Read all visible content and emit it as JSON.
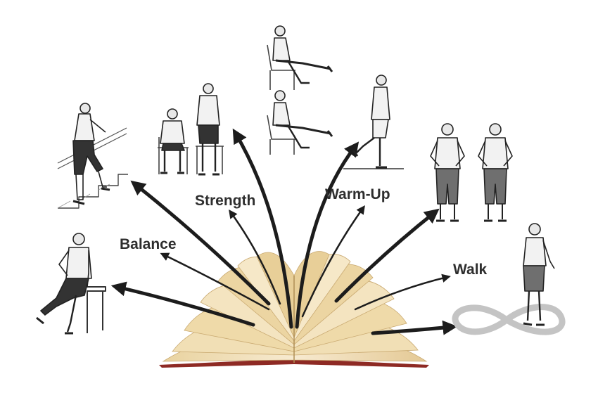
{
  "labels": {
    "balance": "Balance",
    "strength": "Strength",
    "warmup": "Warm-Up",
    "walk": "Walk"
  },
  "colors": {
    "arrow": "#1c1c1c",
    "page_light": "#f3e2b8",
    "page_shade": "#d9bd86",
    "cover": "#8e2a24",
    "label_text": "#2e2e2e",
    "figure_ink": "#222222",
    "figure_shirt": "#f2f2f2",
    "figure_pants": "#6f6f6f",
    "infinity_mat": "#c4c4c4"
  },
  "illustrations": [
    "stair-climb-figure",
    "sit-to-stand-figures",
    "seated-leg-extension-figures",
    "standing-knee-bend-figure",
    "standing-hands-on-hips-figures",
    "chair-side-leg-lift-figure",
    "figure-eight-walker"
  ]
}
